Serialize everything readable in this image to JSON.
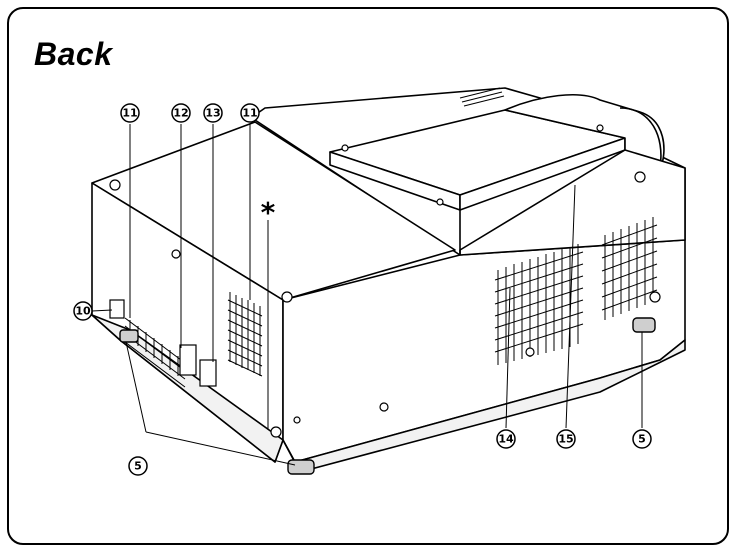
{
  "title": "Back",
  "callouts": {
    "c11_left": "11",
    "c12": "12",
    "c13": "13",
    "c11_right": "11",
    "c10": "10",
    "c14": "14",
    "c15": "15",
    "c5_left": "5",
    "c5_right": "5",
    "asterisk": "*"
  },
  "colors": {
    "outline": "#000000",
    "body": "#ffffff",
    "shade": "#e8e8e8"
  }
}
